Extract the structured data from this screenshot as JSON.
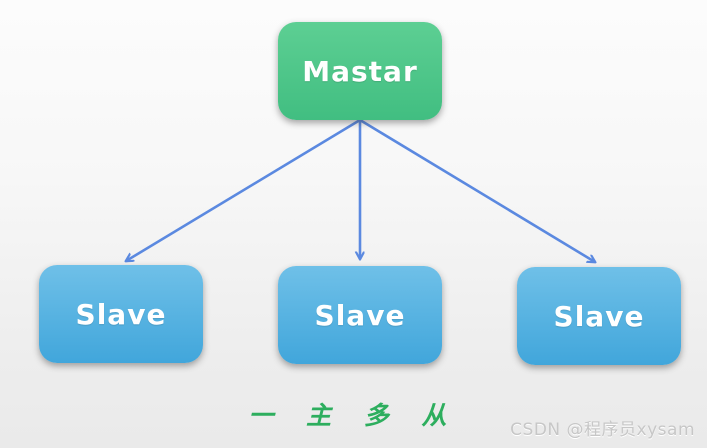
{
  "diagram": {
    "title_implicit": "master-slave replication topology",
    "nodes": {
      "master": {
        "label": "Mastar",
        "color_top": "#5DCF93",
        "color_bottom": "#41BE81"
      },
      "slave1": {
        "label": "Slave",
        "color_top": "#6FC0E8",
        "color_bottom": "#41A6DB"
      },
      "slave2": {
        "label": "Slave",
        "color_top": "#6FC0E8",
        "color_bottom": "#41A6DB"
      },
      "slave3": {
        "label": "Slave",
        "color_top": "#6FC0E8",
        "color_bottom": "#41A6DB"
      }
    },
    "edges": [
      {
        "from": "master",
        "to": "slave1"
      },
      {
        "from": "master",
        "to": "slave2"
      },
      {
        "from": "master",
        "to": "slave3"
      }
    ],
    "arrow_color": "#5b89e0",
    "caption": "一 主 多 从",
    "caption_color": "#2DAE5E",
    "watermark": "CSDN @程序员xysam",
    "watermark_color": "#C7C7C7",
    "background_top": "#FCFCFC",
    "background_bottom": "#EAEAEA"
  }
}
